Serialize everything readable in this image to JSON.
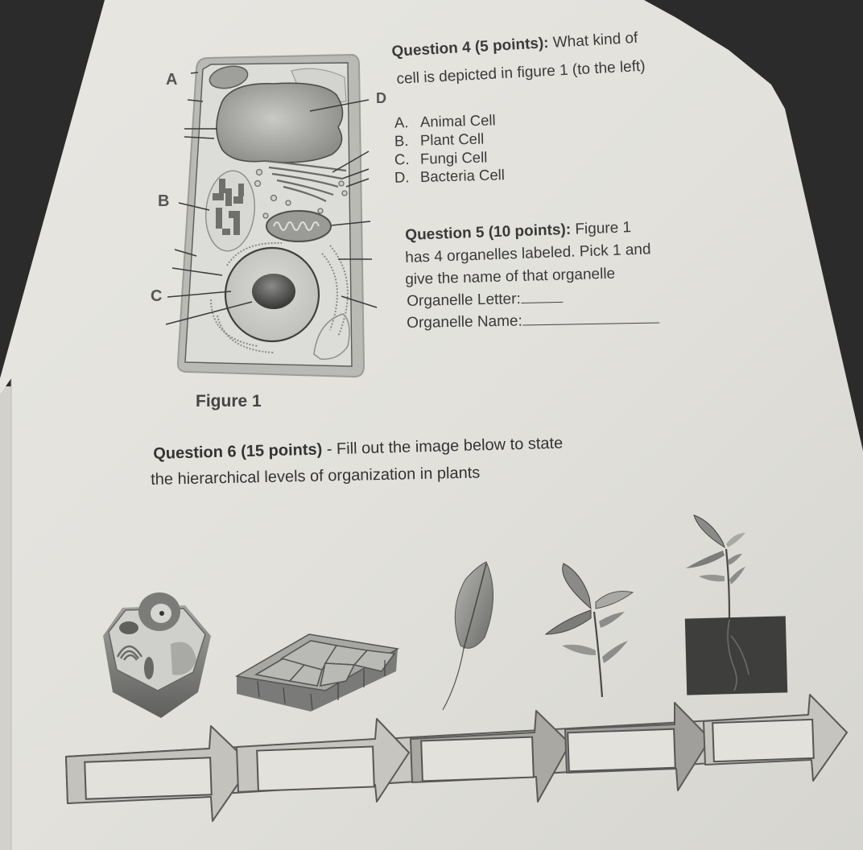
{
  "document": {
    "figure1": {
      "caption": "Figure 1",
      "labels": [
        "A",
        "B",
        "C",
        "D"
      ]
    },
    "question4": {
      "title": "Question 4 (5 points):",
      "prompt_part1": "What kind of",
      "prompt_part2": "cell is depicted in figure 1 (to the left)",
      "options": [
        {
          "letter": "A.",
          "text": "Animal Cell"
        },
        {
          "letter": "B.",
          "text": "Plant Cell"
        },
        {
          "letter": "C.",
          "text": "Fungi Cell"
        },
        {
          "letter": "D.",
          "text": "Bacteria Cell"
        }
      ]
    },
    "question5": {
      "title": "Question 5 (10 points):",
      "line1_rest": "Figure 1",
      "line2": "has 4 organelles labeled. Pick 1 and",
      "line3": "give the name of that organelle",
      "letter_label": "Organelle Letter:",
      "name_label": "Organelle Name:",
      "letter_value": "",
      "name_value": ""
    },
    "question6": {
      "title": "Question 6 (15 points)",
      "prompt_line1_rest": " - Fill out the image below to state",
      "prompt_line2": "the hierarchical levels of organization in plants",
      "levels": [
        {
          "image": "plant-cell-illustration",
          "answer": ""
        },
        {
          "image": "tissue-illustration",
          "answer": ""
        },
        {
          "image": "leaf-organ-illustration",
          "answer": ""
        },
        {
          "image": "shoot-system-illustration",
          "answer": ""
        },
        {
          "image": "whole-plant-organism-illustration",
          "answer": ""
        }
      ]
    }
  },
  "colors": {
    "background": "#2b2b2b",
    "paper": "#e4e3de",
    "ink": "#3a3a3a",
    "arrow_fill": "#b9b8b3",
    "arrow_dark": "#8f8e8a"
  }
}
